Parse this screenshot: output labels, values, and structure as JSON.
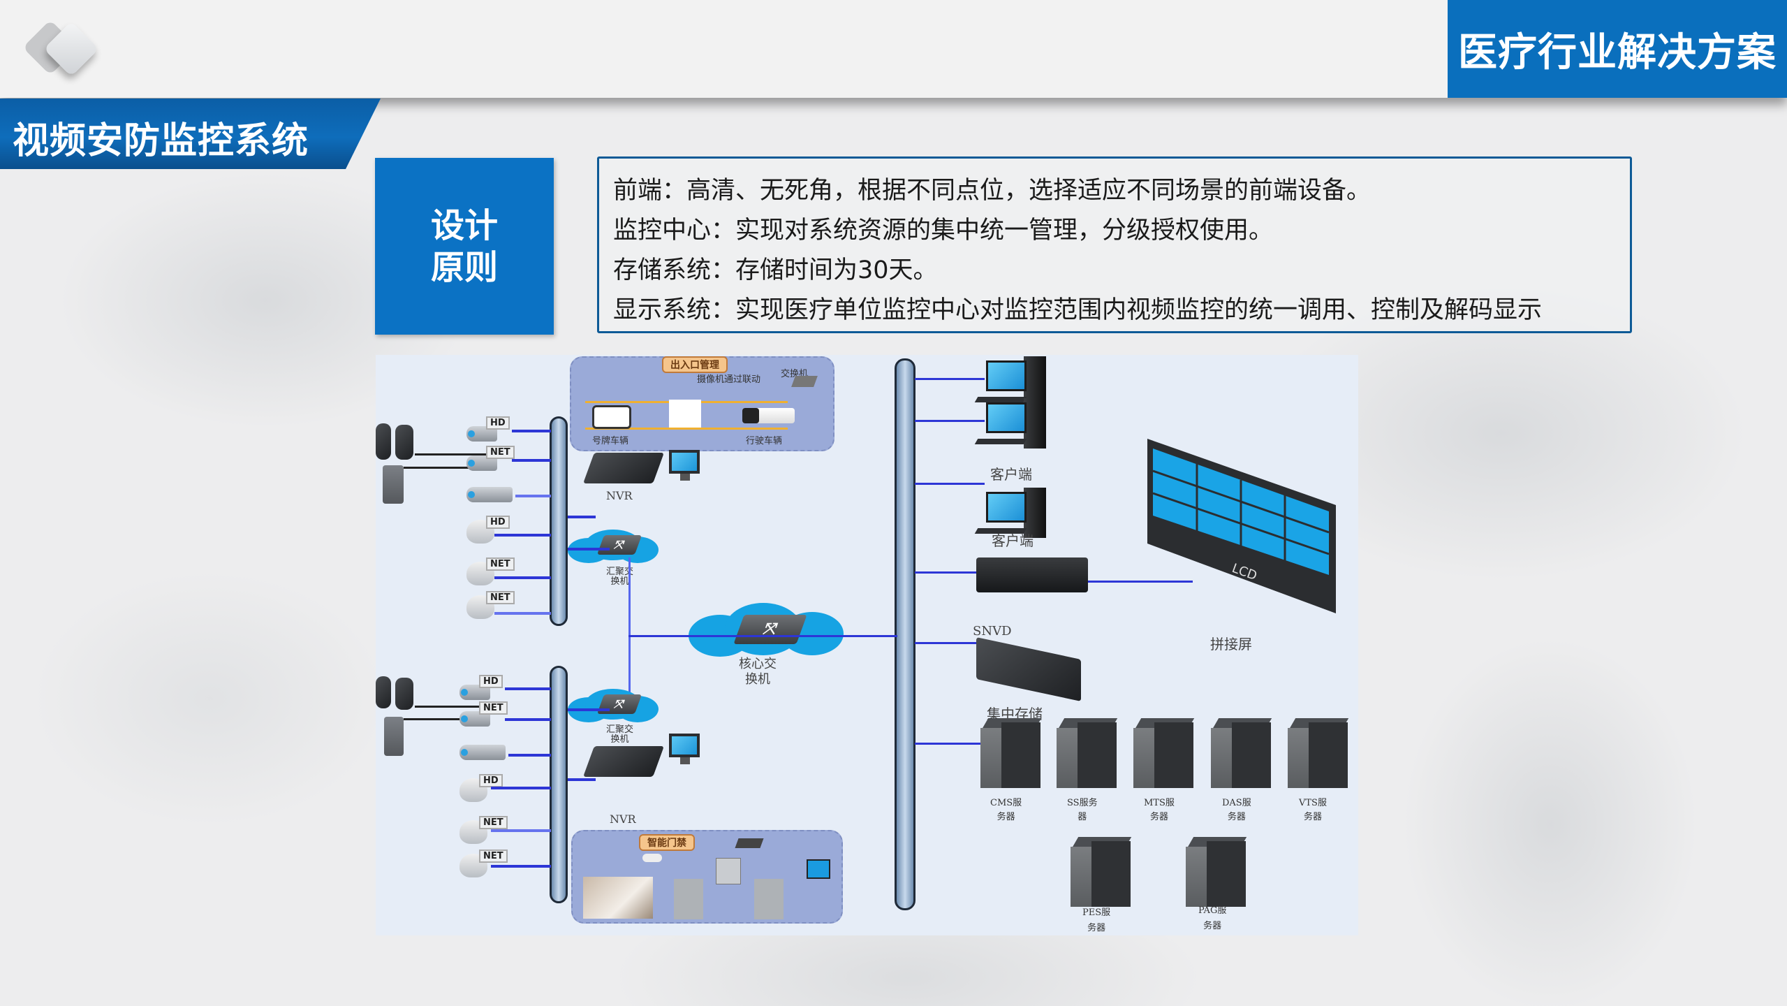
{
  "header": {
    "solution_title": "医疗行业解决方案",
    "section_title": "视频安防监控系统",
    "colors": {
      "brand_blue": "#0a6fbd",
      "dark_blue": "#0d5a96",
      "diagram_bg": "#e6edf7",
      "link_blue": "#2d36d6"
    }
  },
  "principles": {
    "label_line1": "设计",
    "label_line2": "原则",
    "lines": [
      "前端：高清、无死角，根据不同点位，选择适应不同场景的前端设备。",
      "监控中心：实现对系统资源的集中统一管理，分级授权使用。",
      "存储系统：存储时间为30天。",
      "显示系统：实现医疗单位监控中心对监控范围内视频监控的统一调用、控制及解码显示"
    ]
  },
  "diagram": {
    "top_group": {
      "camera_tags": [
        "HD",
        "NET",
        "",
        "HD",
        "NET",
        "NET"
      ],
      "recorder_label": "NVR",
      "inset": {
        "title": "出入口管理",
        "labels": [
          "摄像机通过联动",
          "交换机",
          "号牌车辆",
          "行驶车辆"
        ]
      },
      "switch_label_line1": "汇聚交",
      "switch_label_line2": "换机"
    },
    "bottom_group": {
      "camera_tags": [
        "HD",
        "NET",
        "",
        "HD",
        "NET",
        "NET"
      ],
      "recorder_label": "NVR",
      "inset": {
        "title": "智能门禁"
      },
      "switch_label_line1": "汇聚交",
      "switch_label_line2": "换机"
    },
    "core_switch_label_line1": "核心交",
    "core_switch_label_line2": "换机",
    "clients": [
      "客户端",
      "客户端",
      "客户端"
    ],
    "decoder_label": "SNVD",
    "video_wall_label": "拼接屏",
    "video_wall_badge": "LCD",
    "storage_label": "集中存储",
    "servers_row1": [
      {
        "l1": "CMS服",
        "l2": "务器"
      },
      {
        "l1": "SS服务",
        "l2": "器"
      },
      {
        "l1": "MTS服",
        "l2": "务器"
      },
      {
        "l1": "DAS服",
        "l2": "务器"
      },
      {
        "l1": "VTS服",
        "l2": "务器"
      }
    ],
    "servers_row2": [
      {
        "l1": "PES服",
        "l2": "务器"
      },
      {
        "l1": "PAG服",
        "l2": "务器"
      }
    ]
  }
}
